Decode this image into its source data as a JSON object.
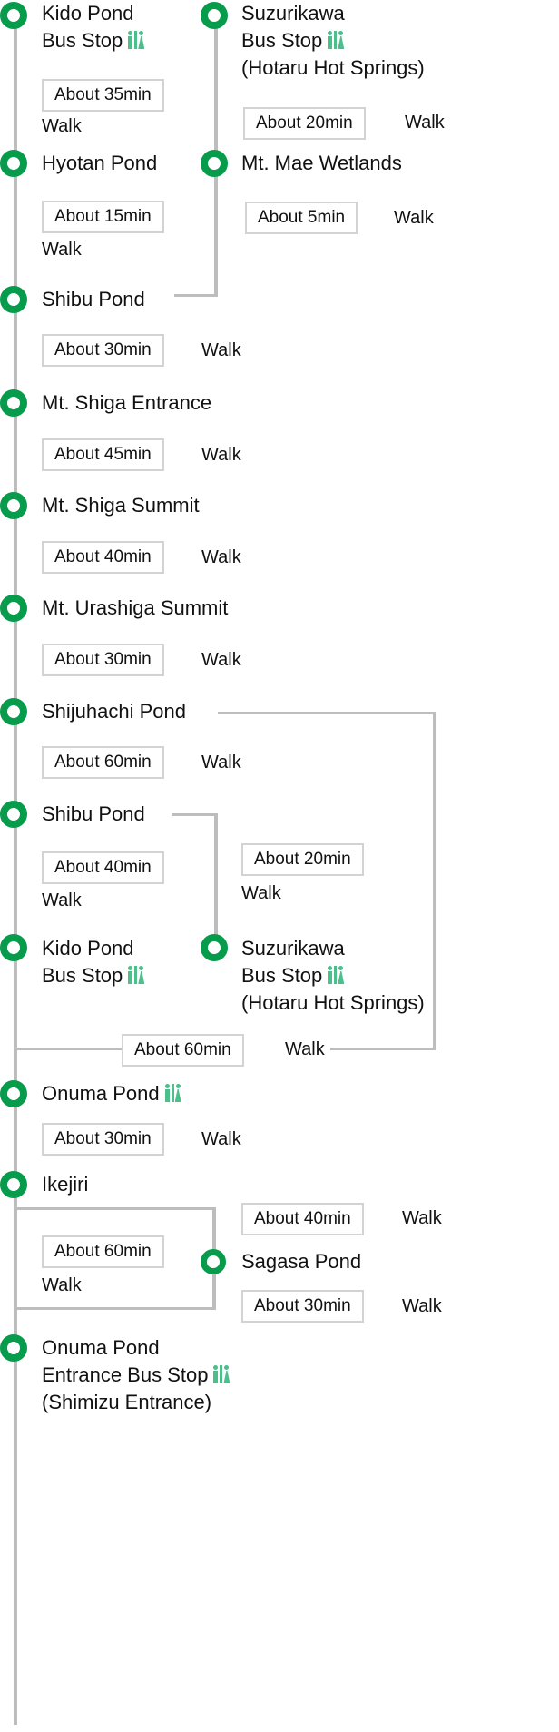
{
  "diagram": {
    "title": "Shiga Kogen hiking / bus route map",
    "accent_color": "#079B4C",
    "line_color": "#bdbdbd",
    "icon_color": "#4cbf8b",
    "mode_label": "Walk",
    "icons": {
      "restroom": "restroom-icon"
    }
  },
  "stations": [
    {
      "id": "kido-pond-bus-stop-top",
      "name": "Kido Pond",
      "sub": "Bus Stop",
      "paren": "",
      "restroom": true,
      "column": 1
    },
    {
      "id": "suzurikawa-bus-stop-top",
      "name": "Suzurikawa",
      "sub": "Bus Stop",
      "paren": "(Hotaru Hot Springs)",
      "restroom": true,
      "column": 2
    },
    {
      "id": "hyotan-pond",
      "name": "Hyotan Pond",
      "sub": "",
      "paren": "",
      "restroom": false,
      "column": 1
    },
    {
      "id": "mt-mae-wetlands",
      "name": "Mt. Mae Wetlands",
      "sub": "",
      "paren": "",
      "restroom": false,
      "column": 2
    },
    {
      "id": "shibu-pond-upper",
      "name": "Shibu Pond",
      "sub": "",
      "paren": "",
      "restroom": false,
      "column": 1
    },
    {
      "id": "mt-shiga-entrance",
      "name": "Mt. Shiga Entrance",
      "sub": "",
      "paren": "",
      "restroom": false,
      "column": 1
    },
    {
      "id": "mt-shiga-summit",
      "name": "Mt. Shiga Summit",
      "sub": "",
      "paren": "",
      "restroom": false,
      "column": 1
    },
    {
      "id": "mt-urashiga-summit",
      "name": "Mt. Urashiga Summit",
      "sub": "",
      "paren": "",
      "restroom": false,
      "column": 1
    },
    {
      "id": "shijuhachi-pond",
      "name": "Shijuhachi Pond",
      "sub": "",
      "paren": "",
      "restroom": false,
      "column": 1
    },
    {
      "id": "shibu-pond-lower",
      "name": "Shibu Pond",
      "sub": "",
      "paren": "",
      "restroom": false,
      "column": 1
    },
    {
      "id": "kido-pond-bus-stop-bottom",
      "name": "Kido Pond",
      "sub": "Bus Stop",
      "paren": "",
      "restroom": true,
      "column": 1
    },
    {
      "id": "suzurikawa-bus-stop-bottom",
      "name": "Suzurikawa",
      "sub": "Bus Stop",
      "paren": "(Hotaru Hot Springs)",
      "restroom": true,
      "column": 2
    },
    {
      "id": "onuma-pond",
      "name": "Onuma Pond",
      "sub": "",
      "paren": "",
      "restroom": true,
      "column": 1
    },
    {
      "id": "ikejiri",
      "name": "Ikejiri",
      "sub": "",
      "paren": "",
      "restroom": false,
      "column": 1
    },
    {
      "id": "sagasa-pond",
      "name": "Sagasa Pond",
      "sub": "",
      "paren": "",
      "restroom": false,
      "column": 2
    },
    {
      "id": "onuma-pond-entrance",
      "name": "Onuma Pond",
      "sub": "Entrance Bus Stop",
      "paren": "(Shimizu Entrance)",
      "restroom": true,
      "column": 1
    }
  ],
  "segments": [
    {
      "id": "seg-1",
      "from": "kido-pond-bus-stop-top",
      "to": "hyotan-pond",
      "duration": "About 35min",
      "mode": "Walk"
    },
    {
      "id": "seg-2",
      "from": "suzurikawa-bus-stop-top",
      "to": "mt-mae-wetlands",
      "duration": "About 20min",
      "mode": "Walk"
    },
    {
      "id": "seg-3",
      "from": "hyotan-pond",
      "to": "shibu-pond-upper",
      "duration": "About 15min",
      "mode": "Walk"
    },
    {
      "id": "seg-4",
      "from": "mt-mae-wetlands",
      "to": "shibu-pond-upper",
      "duration": "About 5min",
      "mode": "Walk"
    },
    {
      "id": "seg-5",
      "from": "shibu-pond-upper",
      "to": "mt-shiga-entrance",
      "duration": "About 30min",
      "mode": "Walk"
    },
    {
      "id": "seg-6",
      "from": "mt-shiga-entrance",
      "to": "mt-shiga-summit",
      "duration": "About 45min",
      "mode": "Walk"
    },
    {
      "id": "seg-7",
      "from": "mt-shiga-summit",
      "to": "mt-urashiga-summit",
      "duration": "About 40min",
      "mode": "Walk"
    },
    {
      "id": "seg-8",
      "from": "mt-urashiga-summit",
      "to": "shijuhachi-pond",
      "duration": "About 30min",
      "mode": "Walk"
    },
    {
      "id": "seg-9",
      "from": "shijuhachi-pond",
      "to": "shibu-pond-lower",
      "duration": "About 60min",
      "mode": "Walk"
    },
    {
      "id": "seg-10",
      "from": "shibu-pond-lower",
      "to": "kido-pond-bus-stop-bottom",
      "duration": "About 40min",
      "mode": "Walk"
    },
    {
      "id": "seg-11",
      "from": "shibu-pond-lower",
      "to": "suzurikawa-bus-stop-bottom",
      "duration": "About 20min",
      "mode": "Walk"
    },
    {
      "id": "seg-12",
      "from": "shijuhachi-pond",
      "to": "onuma-pond",
      "duration": "About 60min",
      "mode": "Walk"
    },
    {
      "id": "seg-13",
      "from": "onuma-pond",
      "to": "ikejiri",
      "duration": "About 30min",
      "mode": "Walk"
    },
    {
      "id": "seg-14",
      "from": "ikejiri",
      "to": "sagasa-pond",
      "duration": "About 40min",
      "mode": "Walk"
    },
    {
      "id": "seg-15",
      "from": "ikejiri",
      "to": "onuma-pond-entrance",
      "duration": "About 60min",
      "mode": "Walk"
    },
    {
      "id": "seg-16",
      "from": "sagasa-pond",
      "to": "onuma-pond-entrance",
      "duration": "About 30min",
      "mode": "Walk"
    }
  ]
}
